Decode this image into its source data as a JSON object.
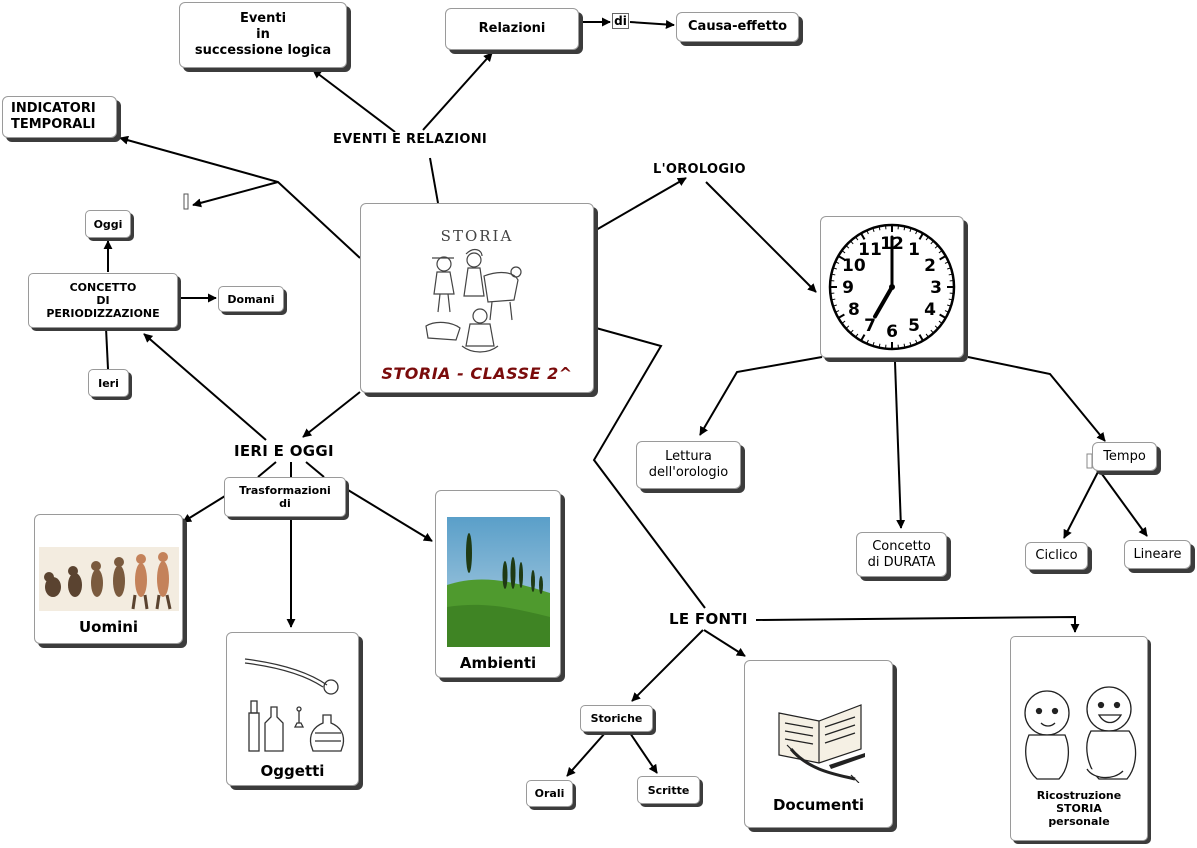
{
  "center": {
    "title": "STORIA - CLASSE 2^",
    "banner": "STORIA"
  },
  "labels": {
    "eventi_relazioni": "EVENTI E RELAZIONI",
    "orologio": "L'OROLOGIO",
    "ieri_oggi": "IERI E OGGI",
    "fonti": "LE FONTI",
    "di": "di"
  },
  "nodes": {
    "eventi_logica": [
      "Eventi",
      "in",
      "successione logica"
    ],
    "relazioni": "Relazioni",
    "causa_effetto": "Causa-effetto",
    "indicatori": [
      "INDICATORI",
      "TEMPORALI"
    ],
    "oggi": "Oggi",
    "periodizzazione": [
      "CONCETTO",
      "DI",
      "PERIODIZZAZIONE"
    ],
    "domani": "Domani",
    "ieri": "Ieri",
    "trasformazioni": [
      "Trasformazioni",
      "di"
    ],
    "uomini": "Uomini",
    "oggetti": "Oggetti",
    "ambienti": "Ambienti",
    "lettura": [
      "Lettura",
      "dell'orologio"
    ],
    "durata": [
      "Concetto",
      "di DURATA"
    ],
    "tempo": "Tempo",
    "ciclico": "Ciclico",
    "lineare": "Lineare",
    "storiche": "Storiche",
    "orali": "Orali",
    "scritte": "Scritte",
    "documenti": "Documenti",
    "ricostruzione": [
      "Ricostruzione",
      "STORIA",
      "personale"
    ]
  },
  "clock": {
    "numbers": [
      "12",
      "1",
      "2",
      "3",
      "4",
      "5",
      "6",
      "7",
      "8",
      "9",
      "10",
      "11"
    ],
    "hour": 7,
    "minute": 0
  },
  "colors": {
    "title": "#7a0b0b",
    "shadow": "#3c3c3c",
    "grass": "#4f9a2e",
    "sky": "#5a9fc9"
  }
}
